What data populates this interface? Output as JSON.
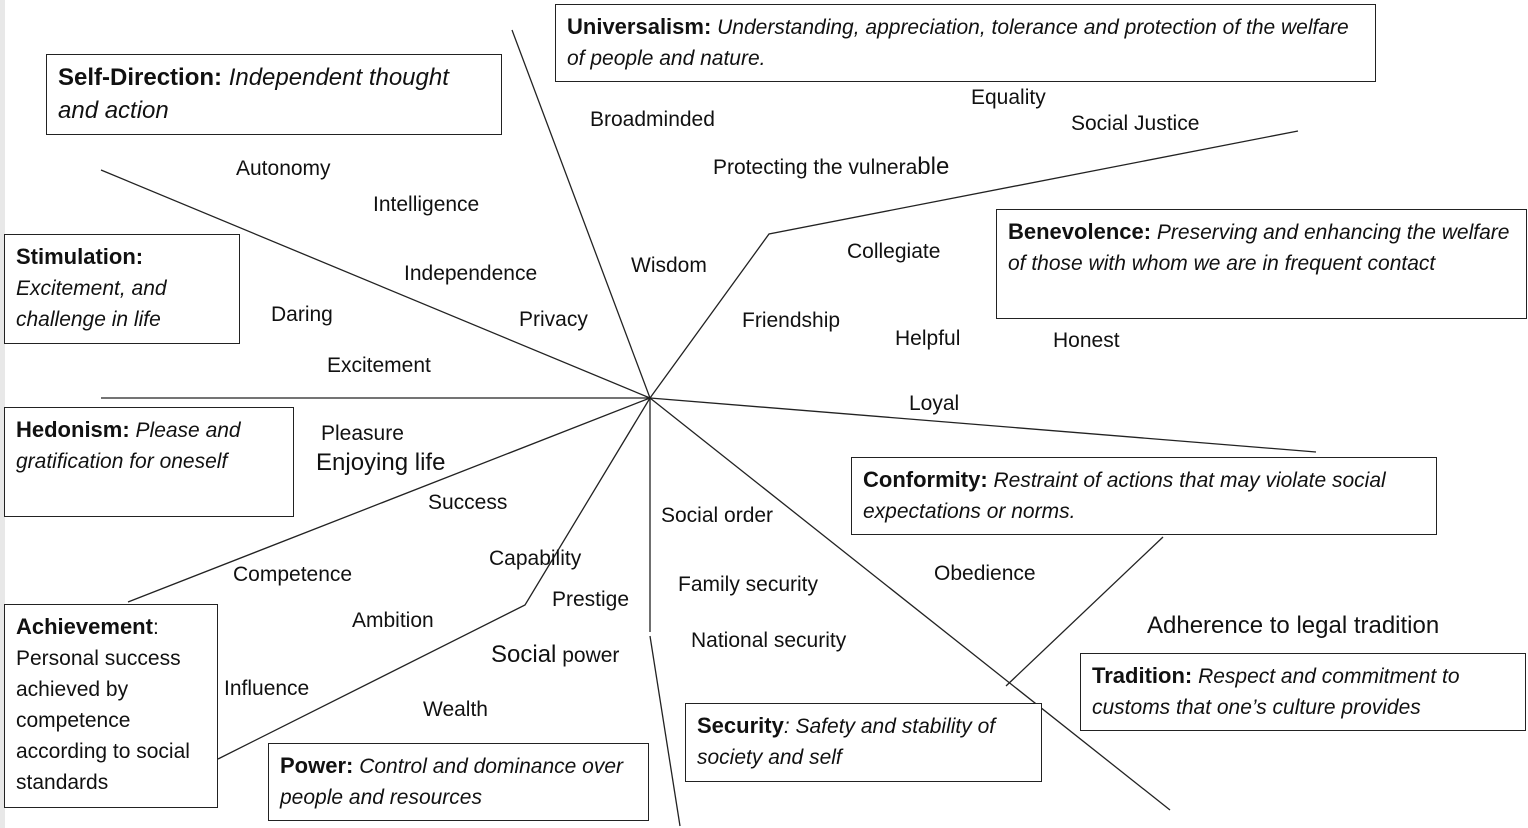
{
  "boxes": {
    "universalism": {
      "title": "Universalism:",
      "desc": "Understanding, appreciation, tolerance and protection of the welfare of people and nature."
    },
    "self_direction": {
      "title": "Self-Direction:",
      "desc": "Independent thought and action"
    },
    "stimulation": {
      "title": "Stimulation:",
      "desc": "Excitement, and challenge in life"
    },
    "hedonism": {
      "title": "Hedonism:",
      "desc": "Please and gratification for oneself"
    },
    "achievement": {
      "title": "Achievement",
      "colon": ":",
      "desc": "Personal success achieved by competence according to social standards"
    },
    "power": {
      "title": "Power:",
      "desc": "Control and dominance over people and resources"
    },
    "security": {
      "title": "Security",
      "desc": ": Safety and stability of society and self"
    },
    "tradition": {
      "title": "Tradition:",
      "desc": "Respect and commitment to customs that one’s culture provides"
    },
    "conformity": {
      "title": "Conformity:",
      "desc": "Restraint of actions that may violate social expectations or norms."
    },
    "benevolence": {
      "title": "Benevolence:",
      "desc": "Preserving and enhancing the welfare of those with whom we are in frequent contact"
    }
  },
  "values": {
    "broadminded": "Broadminded",
    "equality": "Equality",
    "social_justice": "Social Justice",
    "protecting": "Protecting the vulnera",
    "protecting_end": "ble",
    "wisdom": "Wisdom",
    "autonomy": "Autonomy",
    "intelligence": "Intelligence",
    "independence": "Independence",
    "privacy": "Privacy",
    "daring": "Daring",
    "excitement": "Excitement",
    "pleasure": "Pleasure",
    "enjoying_life": "Enjoying life",
    "success": "Success",
    "competence": "Competence",
    "capability": "Capability",
    "ambition": "Ambition",
    "prestige": "Prestige",
    "influence": "Influence",
    "social": "Social",
    "power_word": " power",
    "wealth": "Wealth",
    "social_order": "Social order",
    "family_security": "Family security",
    "national_security": "National security",
    "obedience": "Obedience",
    "adherence": "Adherence to legal tradition",
    "collegiate": "Collegiate",
    "friendship": "Friendship",
    "helpful": "Helpful",
    "honest": "Honest",
    "loyal": "Loyal"
  }
}
